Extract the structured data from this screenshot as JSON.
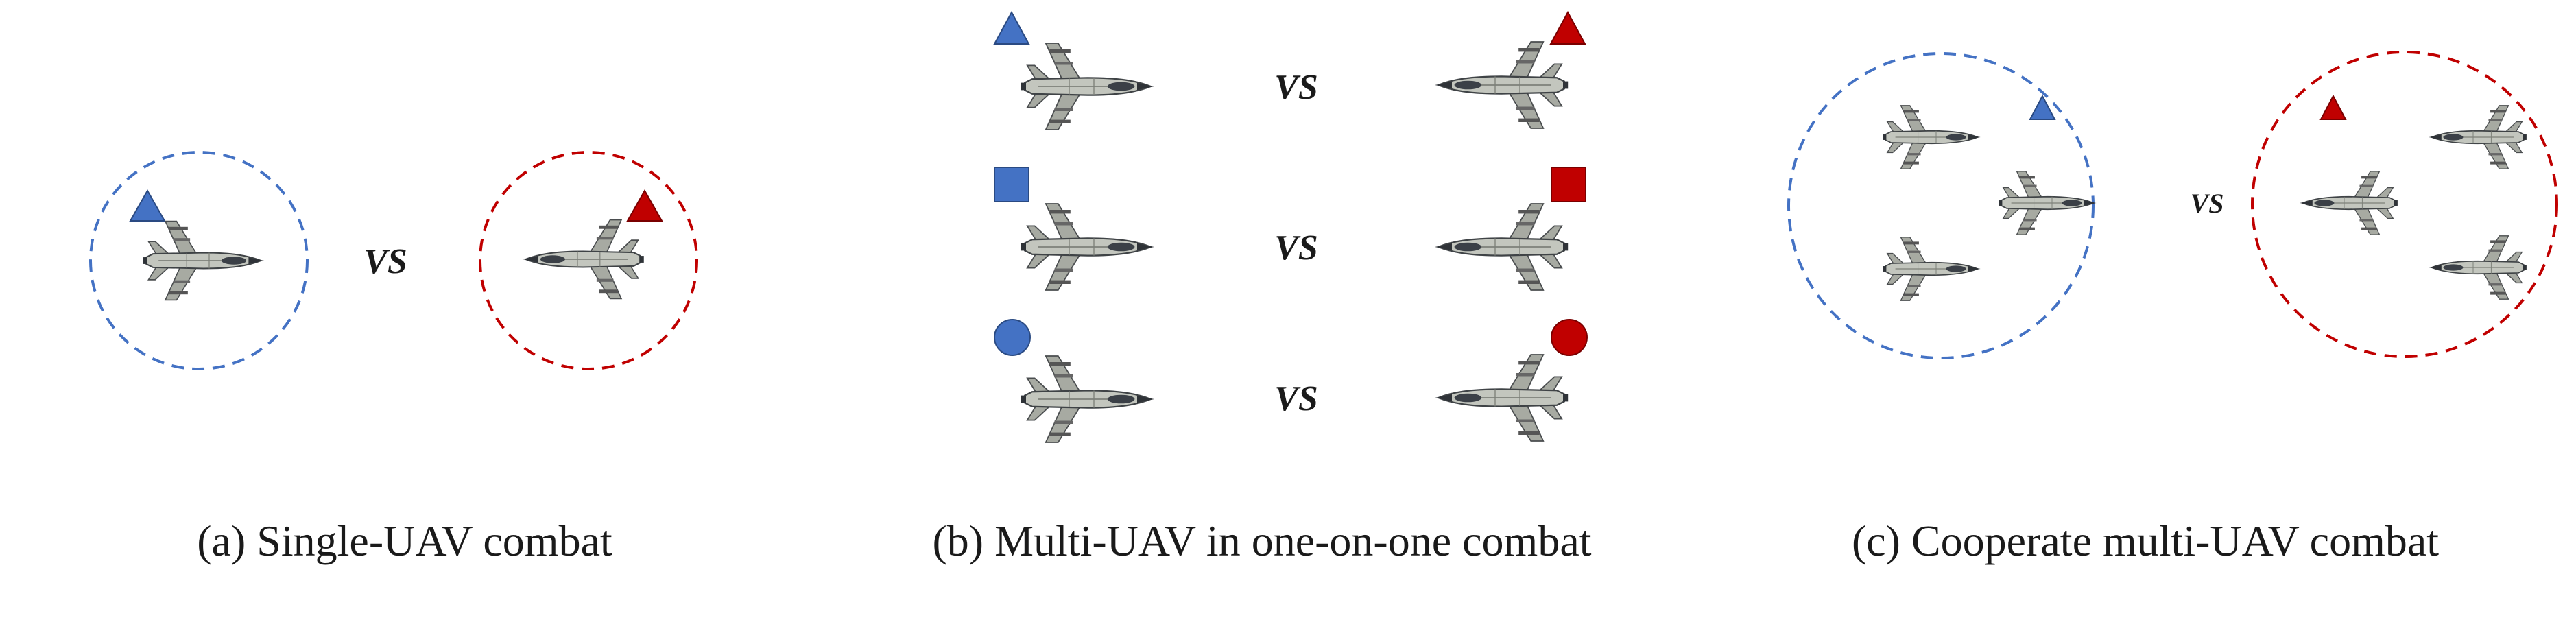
{
  "panels": [
    {
      "id": "a",
      "caption": "(a) Single-UAV combat",
      "vs_label": "VS"
    },
    {
      "id": "b",
      "caption": "(b) Multi-UAV in one-on-one combat",
      "vs_label": "VS"
    },
    {
      "id": "c",
      "caption": "(c) Cooperate multi-UAV combat",
      "vs_label": "VS"
    }
  ],
  "colors": {
    "blue_team": "#4472c4",
    "red_team": "#c00000",
    "aircraft_body": "#b9bcb4",
    "aircraft_dark": "#3b4047"
  },
  "markers": {
    "pair_1": "triangle",
    "pair_2": "square",
    "pair_3": "circle"
  }
}
